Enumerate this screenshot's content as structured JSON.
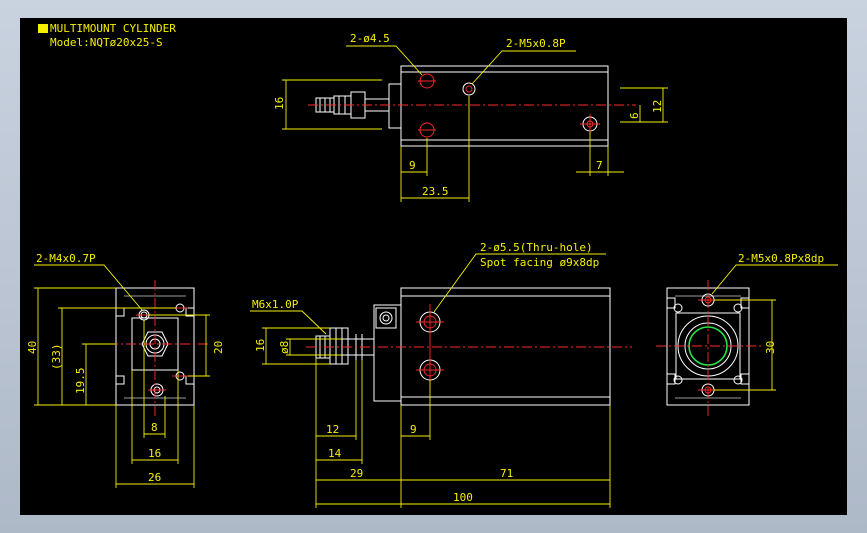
{
  "title": {
    "line1": "MULTIMOUNT CYLINDER",
    "line2": "Model:NQTø20x25-S"
  },
  "colors": {
    "background": "#000000",
    "outline": "#ffffff",
    "dimension": "#f6f000",
    "centerline": "#ff2a2a",
    "bore": "#27e34a"
  },
  "callouts": {
    "top_holes": "2-ø4.5",
    "top_ports": "2-M5x0.8P",
    "left_threads": "2-M4x0.7P",
    "thru_hole_1": "2-ø5.5(Thru-hole)",
    "thru_hole_2": "Spot facing ø9x8dp",
    "rod_thread": "M6x1.0P",
    "right_threads": "2-M5x0.8Px8dp"
  },
  "dims": {
    "top": {
      "d16": "16",
      "d12": "12",
      "d6": "6",
      "d9": "9",
      "d7": "7",
      "d23_5": "23.5"
    },
    "left": {
      "d40": "40",
      "d33": "(33)",
      "d19_5": "19.5",
      "d20": "20",
      "d8": "8",
      "d16": "16",
      "d26": "26"
    },
    "mid": {
      "d16": "16",
      "d8": "ø8",
      "d12": "12",
      "d14": "14",
      "d9": "9",
      "d29": "29",
      "d71": "71",
      "d100": "100"
    },
    "right": {
      "d30": "30"
    }
  }
}
